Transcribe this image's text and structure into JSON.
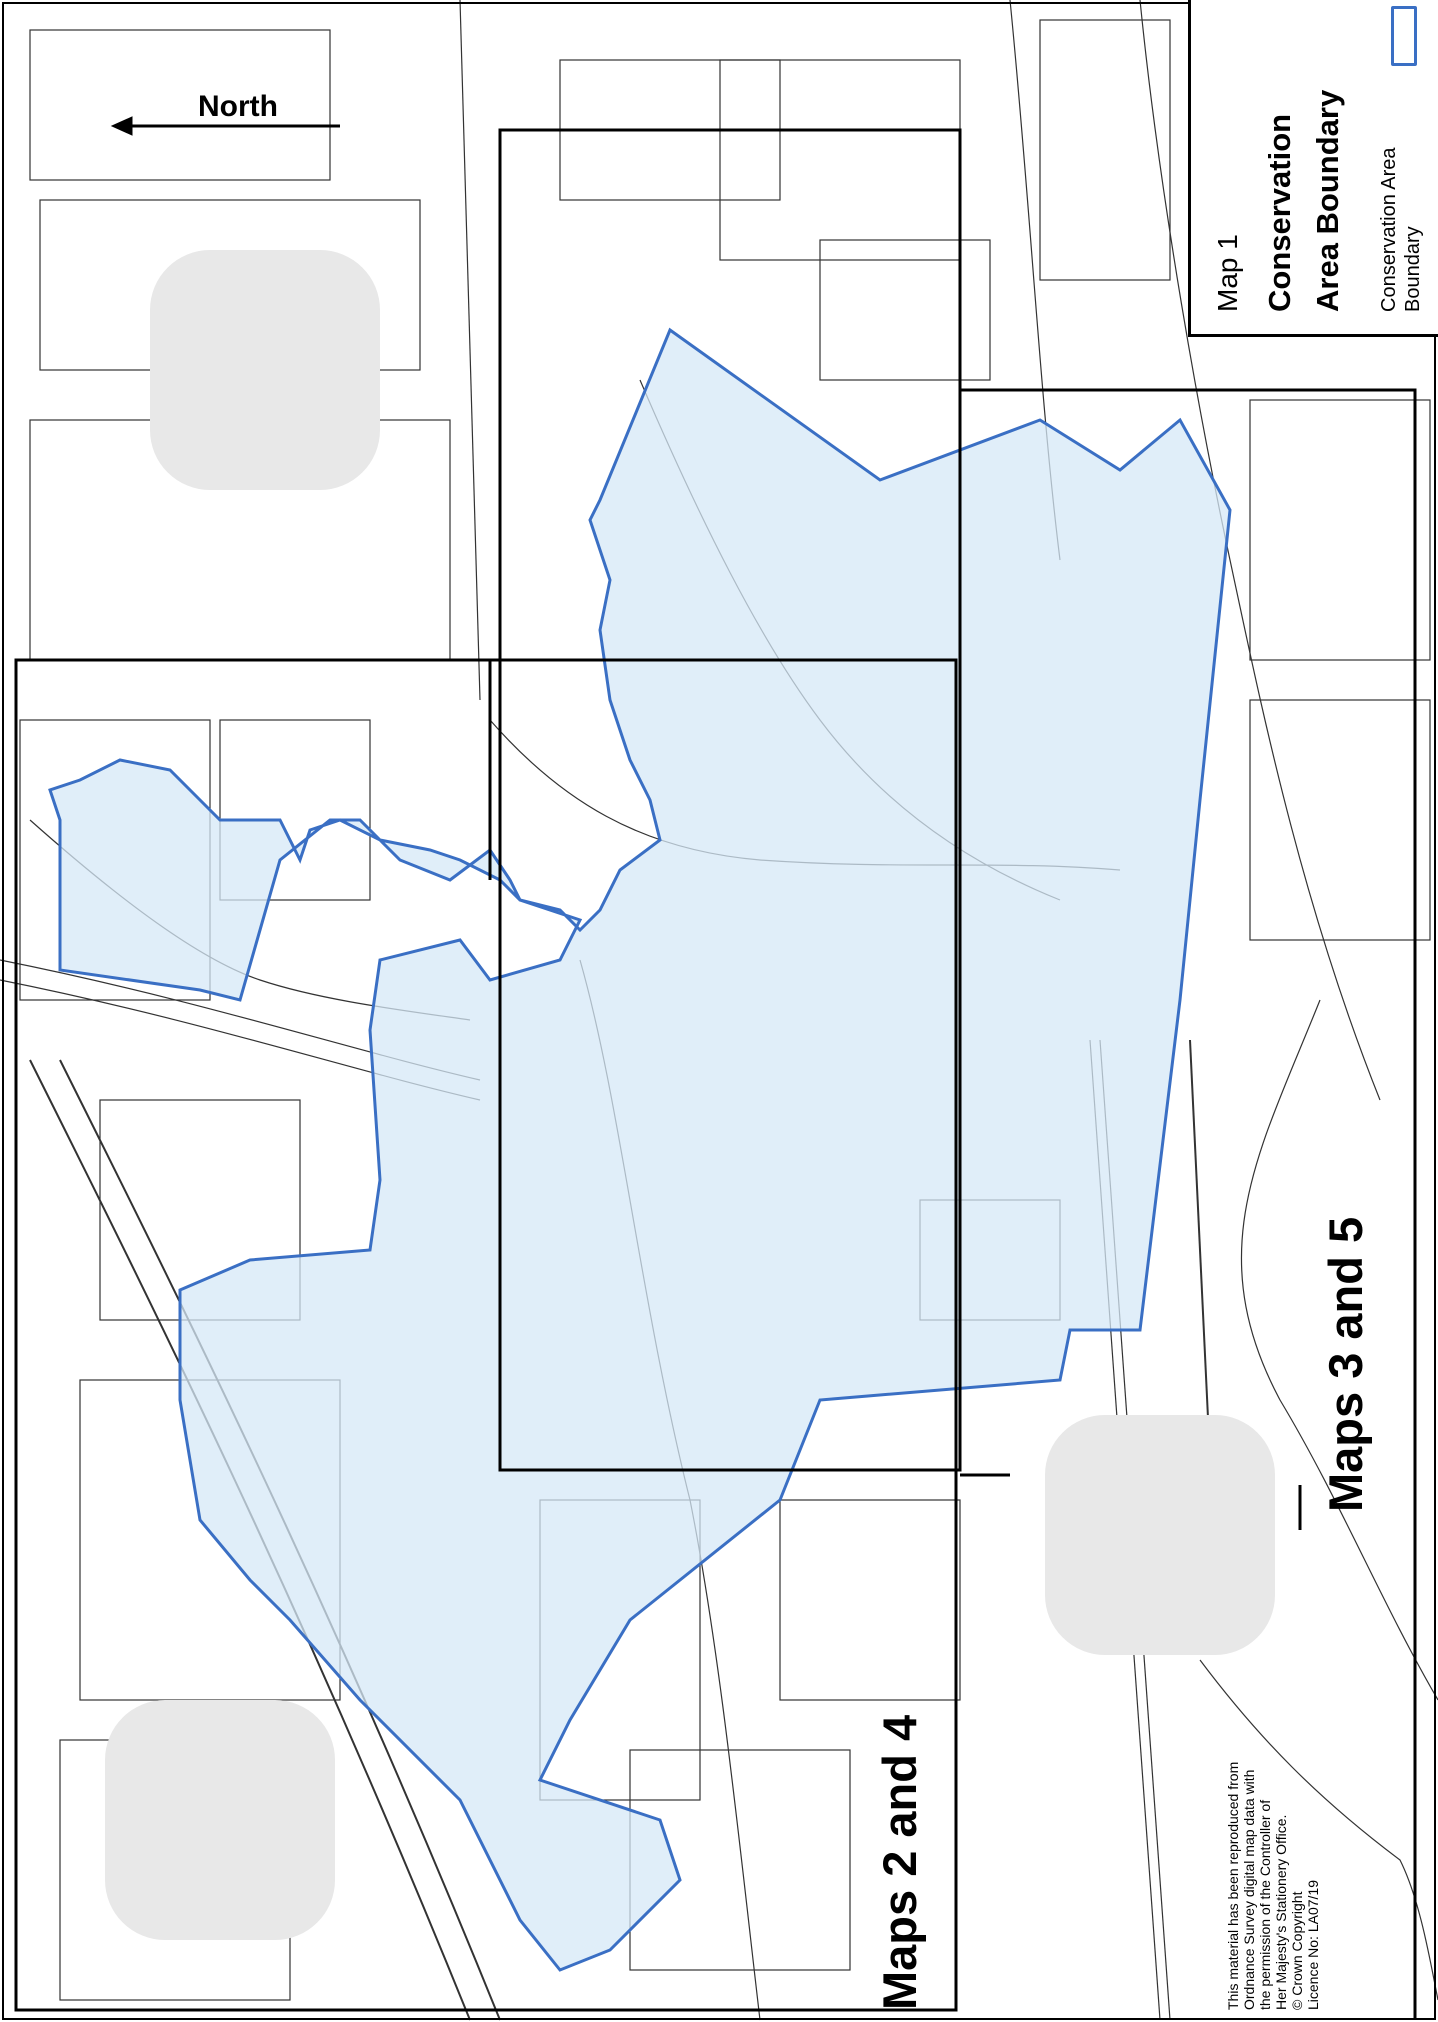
{
  "legend": {
    "map_label": "Map 1",
    "title_line_1": "Conservation",
    "title_line_2": "Area Boundary",
    "entry_line_1": "Conservation Area",
    "entry_line_2": "Boundary",
    "boundary_color": "#3a6fc4",
    "fill_color": "#d6e8f7"
  },
  "north_arrow": {
    "label": "North"
  },
  "sheet_labels": {
    "maps_3_and_5": "Maps 3 and 5",
    "maps_2_and_4": "Maps 2 and 4"
  },
  "copyright": [
    "This material has been reproduced from",
    "Ordnance Survey digital map data with",
    "the permission of the Controller of",
    "Her Majesty's Stationery Office.",
    "© Crown Copyright",
    "Licence No: LA07/19"
  ]
}
